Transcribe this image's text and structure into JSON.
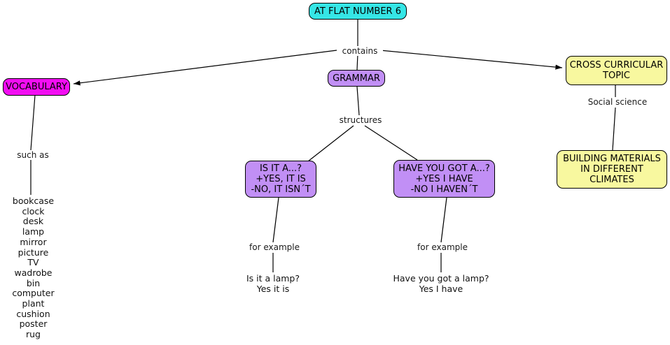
{
  "diagram": {
    "title": "AT FLAT NUMBER 6 concept map",
    "colors": {
      "root": "#35e6e6",
      "vocabulary": "#f20df2",
      "grammar": "#c18ff5",
      "cross_curricular": "#f8f89f",
      "edge": "#000000",
      "background": "#ffffff"
    },
    "nodes": {
      "root": "AT FLAT NUMBER 6",
      "vocabulary": "VOCABULARY",
      "grammar": "GRAMMAR",
      "cross_curricular": "CROSS CURRICULAR\nTOPIC",
      "building_materials": "BUILDING MATERIALS\nIN DIFFERENT\nCLIMATES",
      "structure_is_it": "IS IT A...?\n+YES, IT IS\n-NO, IT ISN´T",
      "structure_have_you_got": "HAVE YOU GOT A...?\n+YES I HAVE\n-NO I HAVEN´T"
    },
    "edge_labels": {
      "contains": "contains",
      "such_as": "such as",
      "structures": "structures",
      "social_science": "Social science",
      "for_example_left": "for example",
      "for_example_right": "for example"
    },
    "examples": {
      "is_it": "Is it a lamp?\nYes it is",
      "have_you_got": "Have you got a lamp?\nYes I have"
    },
    "vocabulary_items": [
      "bookcase",
      "clock",
      "desk",
      "lamp",
      "mirror",
      "picture",
      "TV",
      "wadrobe",
      "bin",
      "computer",
      "plant",
      "cushion",
      "poster",
      "rug"
    ]
  }
}
